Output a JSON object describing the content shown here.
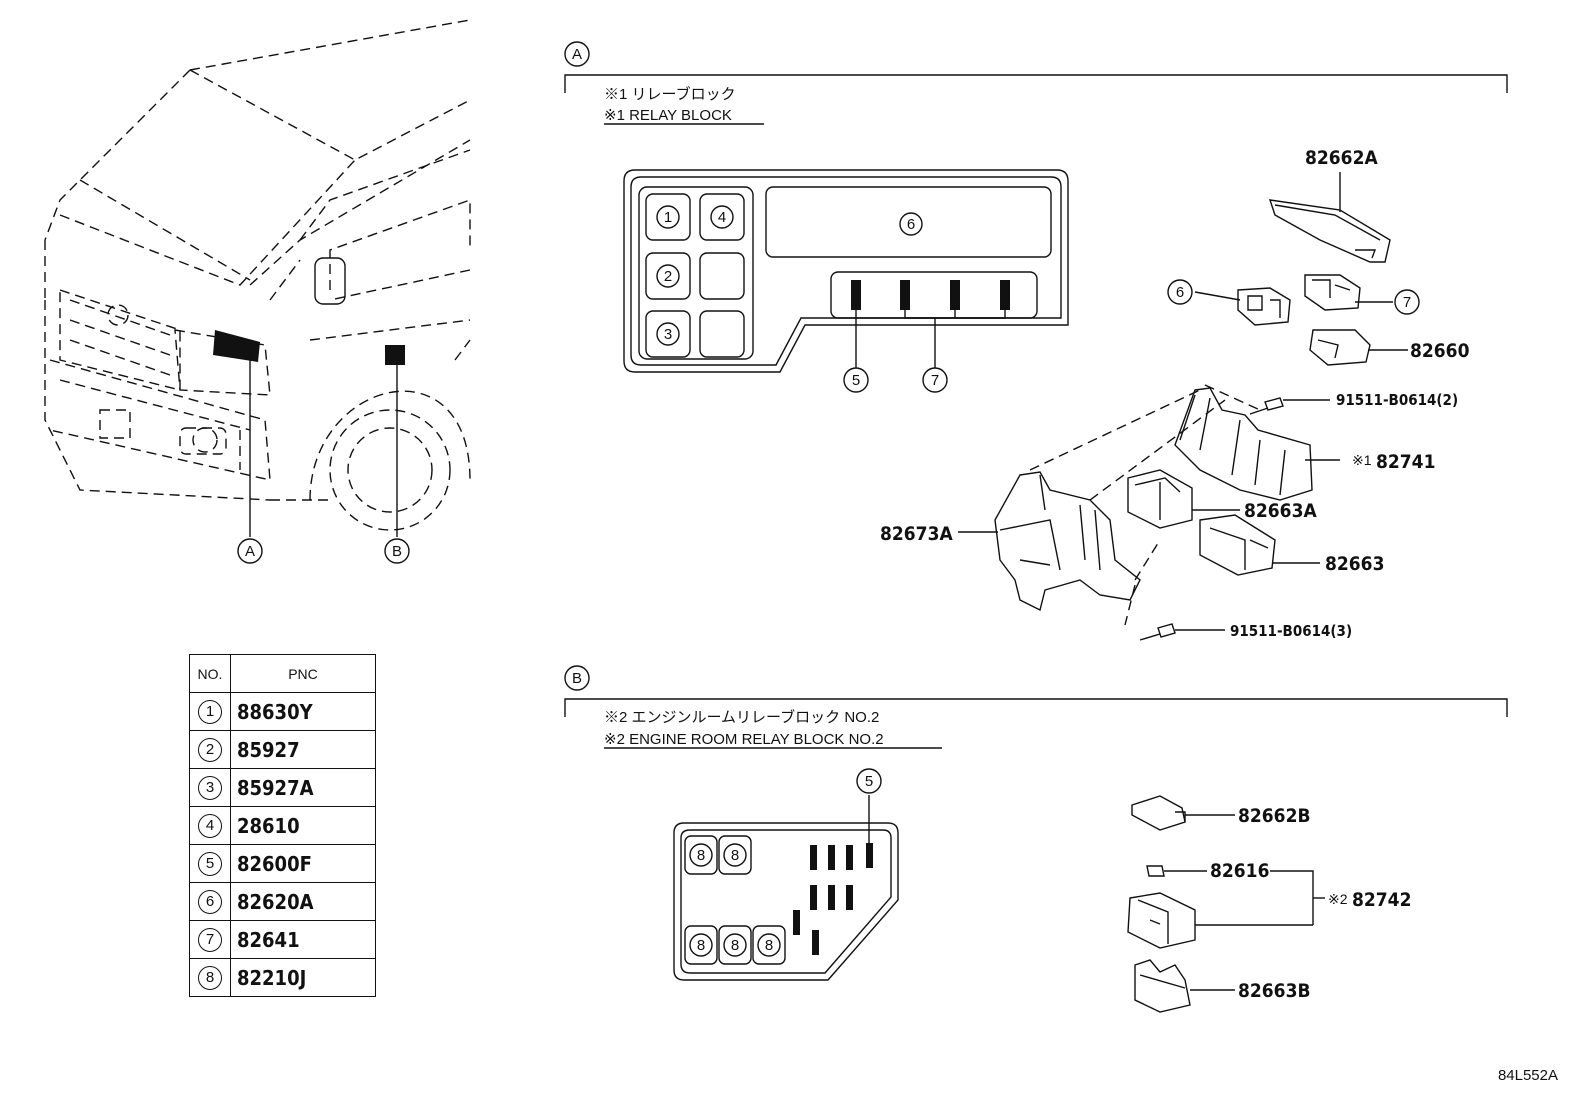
{
  "diagram_code": "84L552A",
  "section_a": {
    "marker": "A",
    "note_jp": "※1 リレーブロック",
    "note_en": "※1 RELAY BLOCK",
    "layout_circles": [
      "1",
      "2",
      "3",
      "4",
      "6",
      "5",
      "7"
    ],
    "parts": {
      "p82662A": "82662A",
      "p82660": "82660",
      "bolt_top": "91511-B0614(2)",
      "p82741": "82741",
      "p82741_mark": "※1",
      "p82663A": "82663A",
      "p82663": "82663",
      "p82673A": "82673A",
      "bolt_bottom": "91511-B0614(3)"
    },
    "callouts": {
      "six": "6",
      "seven": "7"
    }
  },
  "section_b": {
    "marker": "B",
    "note_jp": "※2 エンジンルームリレーブロック NO.2",
    "note_en": "※2 ENGINE ROOM RELAY BLOCK NO.2",
    "layout_circle": "5",
    "fuse_label": "8",
    "parts": {
      "p82662B": "82662B",
      "p82616": "82616",
      "p82742": "82742",
      "p82742_mark": "※2",
      "p82663B": "82663B"
    }
  },
  "vehicle": {
    "marker_a": "A",
    "marker_b": "B"
  },
  "pnc_table": {
    "header_no": "NO.",
    "header_pnc": "PNC",
    "rows": [
      {
        "no": "1",
        "pnc": "88630Y"
      },
      {
        "no": "2",
        "pnc": "85927"
      },
      {
        "no": "3",
        "pnc": "85927A"
      },
      {
        "no": "4",
        "pnc": "28610"
      },
      {
        "no": "5",
        "pnc": "82600F"
      },
      {
        "no": "6",
        "pnc": "82620A"
      },
      {
        "no": "7",
        "pnc": "82641"
      },
      {
        "no": "8",
        "pnc": "82210J"
      }
    ]
  }
}
